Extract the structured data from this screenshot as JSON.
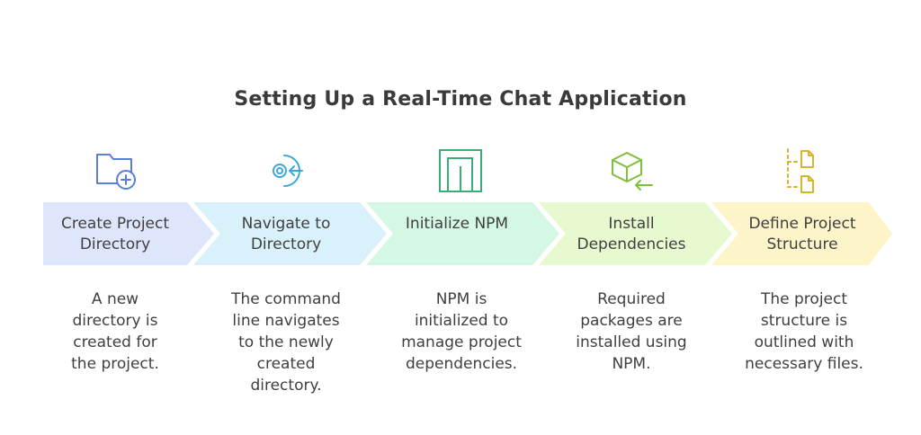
{
  "title": "Setting Up a Real-Time Chat Application",
  "steps": [
    {
      "label": "Create Project Directory",
      "description": "A new directory is created for the project.",
      "icon": "folder-plus-icon",
      "color": "#dde6fb",
      "icon_color": "#5a7fd6"
    },
    {
      "label": "Navigate to Directory",
      "description": "The command line navigates to the newly created directory.",
      "icon": "navigate-arrow-icon",
      "color": "#d9f1fb",
      "icon_color": "#3fa6d8"
    },
    {
      "label": "Initialize NPM",
      "description": "NPM is initialized to manage project dependencies.",
      "icon": "npm-icon",
      "color": "#d5f8e6",
      "icon_color": "#39ad74"
    },
    {
      "label": "Install Dependencies",
      "description": "Required packages are installed using NPM.",
      "icon": "package-install-icon",
      "color": "#e7f9cf",
      "icon_color": "#7fbf3f"
    },
    {
      "label": "Define Project Structure",
      "description": "The project structure is outlined with necessary files.",
      "icon": "file-structure-icon",
      "color": "#fdf5c9",
      "icon_color": "#d6b52e"
    }
  ]
}
